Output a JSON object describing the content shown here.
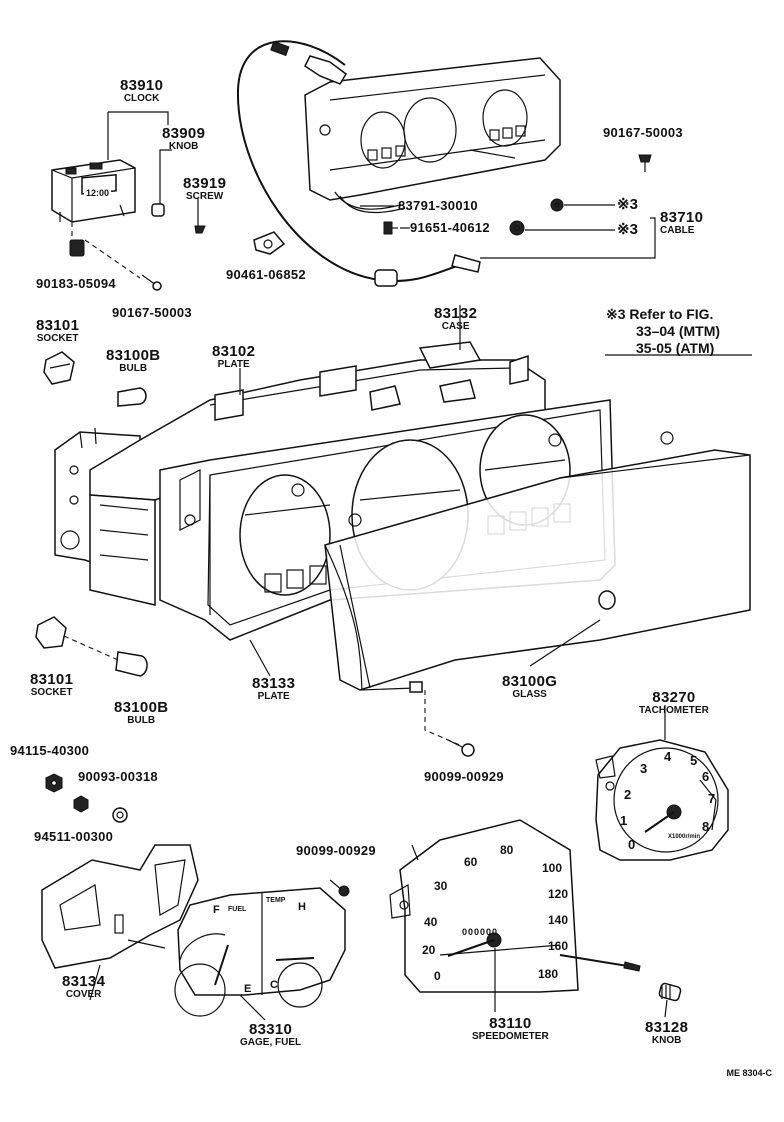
{
  "parts": [
    {
      "id": "clock",
      "number": "83910",
      "name": "CLOCK"
    },
    {
      "id": "clock-knob",
      "number": "83909",
      "name": "KNOB"
    },
    {
      "id": "clock-screw",
      "number": "83919",
      "name": "SCREW"
    },
    {
      "id": "clip-a",
      "number": "90183-05094",
      "name": ""
    },
    {
      "id": "screw-a",
      "number": "90167-50003",
      "name": ""
    },
    {
      "id": "clip-b",
      "number": "90461-06852",
      "name": ""
    },
    {
      "id": "screw-b",
      "number": "90167-50003",
      "name": ""
    },
    {
      "id": "harness",
      "number": "83791-30010",
      "name": ""
    },
    {
      "id": "bolt-a",
      "number": "91651-40612",
      "name": ""
    },
    {
      "id": "cable",
      "number": "83710",
      "name": "CABLE"
    },
    {
      "id": "socket-top",
      "number": "83101",
      "name": "SOCKET"
    },
    {
      "id": "bulb-top",
      "number": "83100B",
      "name": "BULB"
    },
    {
      "id": "plate-top",
      "number": "83102",
      "name": "PLATE"
    },
    {
      "id": "case",
      "number": "83132",
      "name": "CASE"
    },
    {
      "id": "socket-bottom",
      "number": "83101",
      "name": "SOCKET"
    },
    {
      "id": "bulb-bottom",
      "number": "83100B",
      "name": "BULB"
    },
    {
      "id": "plate-bottom",
      "number": "83133",
      "name": "PLATE"
    },
    {
      "id": "glass",
      "number": "83100G",
      "name": "GLASS"
    },
    {
      "id": "screw-c",
      "number": "90099-00929",
      "name": ""
    },
    {
      "id": "tachometer",
      "number": "83270",
      "name": "TACHOMETER"
    },
    {
      "id": "nut-a",
      "number": "94115-40300",
      "name": ""
    },
    {
      "id": "washer-a",
      "number": "90093-00318",
      "name": ""
    },
    {
      "id": "nut-b",
      "number": "94511-00300",
      "name": ""
    },
    {
      "id": "screw-d",
      "number": "90099-00929",
      "name": ""
    },
    {
      "id": "cover",
      "number": "83134",
      "name": "COVER"
    },
    {
      "id": "gage",
      "number": "83310",
      "name": "GAGE, FUEL"
    },
    {
      "id": "speedometer",
      "number": "83110",
      "name": "SPEEDOMETER"
    },
    {
      "id": "knob-trip",
      "number": "83128",
      "name": "KNOB"
    }
  ],
  "reference_mark": "※3",
  "note": {
    "lines": [
      "※3  Refer to FIG.",
      "33–04 (MTM)",
      "35-05 (ATM)"
    ]
  },
  "drawing_code": "ME 8304-C",
  "clock_face": "12:00",
  "tachometer_dial": {
    "ticks": [
      "0",
      "1",
      "2",
      "3",
      "4",
      "5",
      "6",
      "7",
      "8"
    ],
    "unit": "X1000r/min"
  },
  "speedometer_dial": {
    "ticks": [
      "0",
      "20",
      "40",
      "30",
      "60",
      "80",
      "100",
      "120",
      "140",
      "160",
      "180"
    ],
    "odometer": "000000"
  },
  "gage_dial": {
    "fuel": [
      "F",
      "FUEL",
      "E"
    ],
    "temp": [
      "TEMP",
      "H",
      "C"
    ]
  }
}
